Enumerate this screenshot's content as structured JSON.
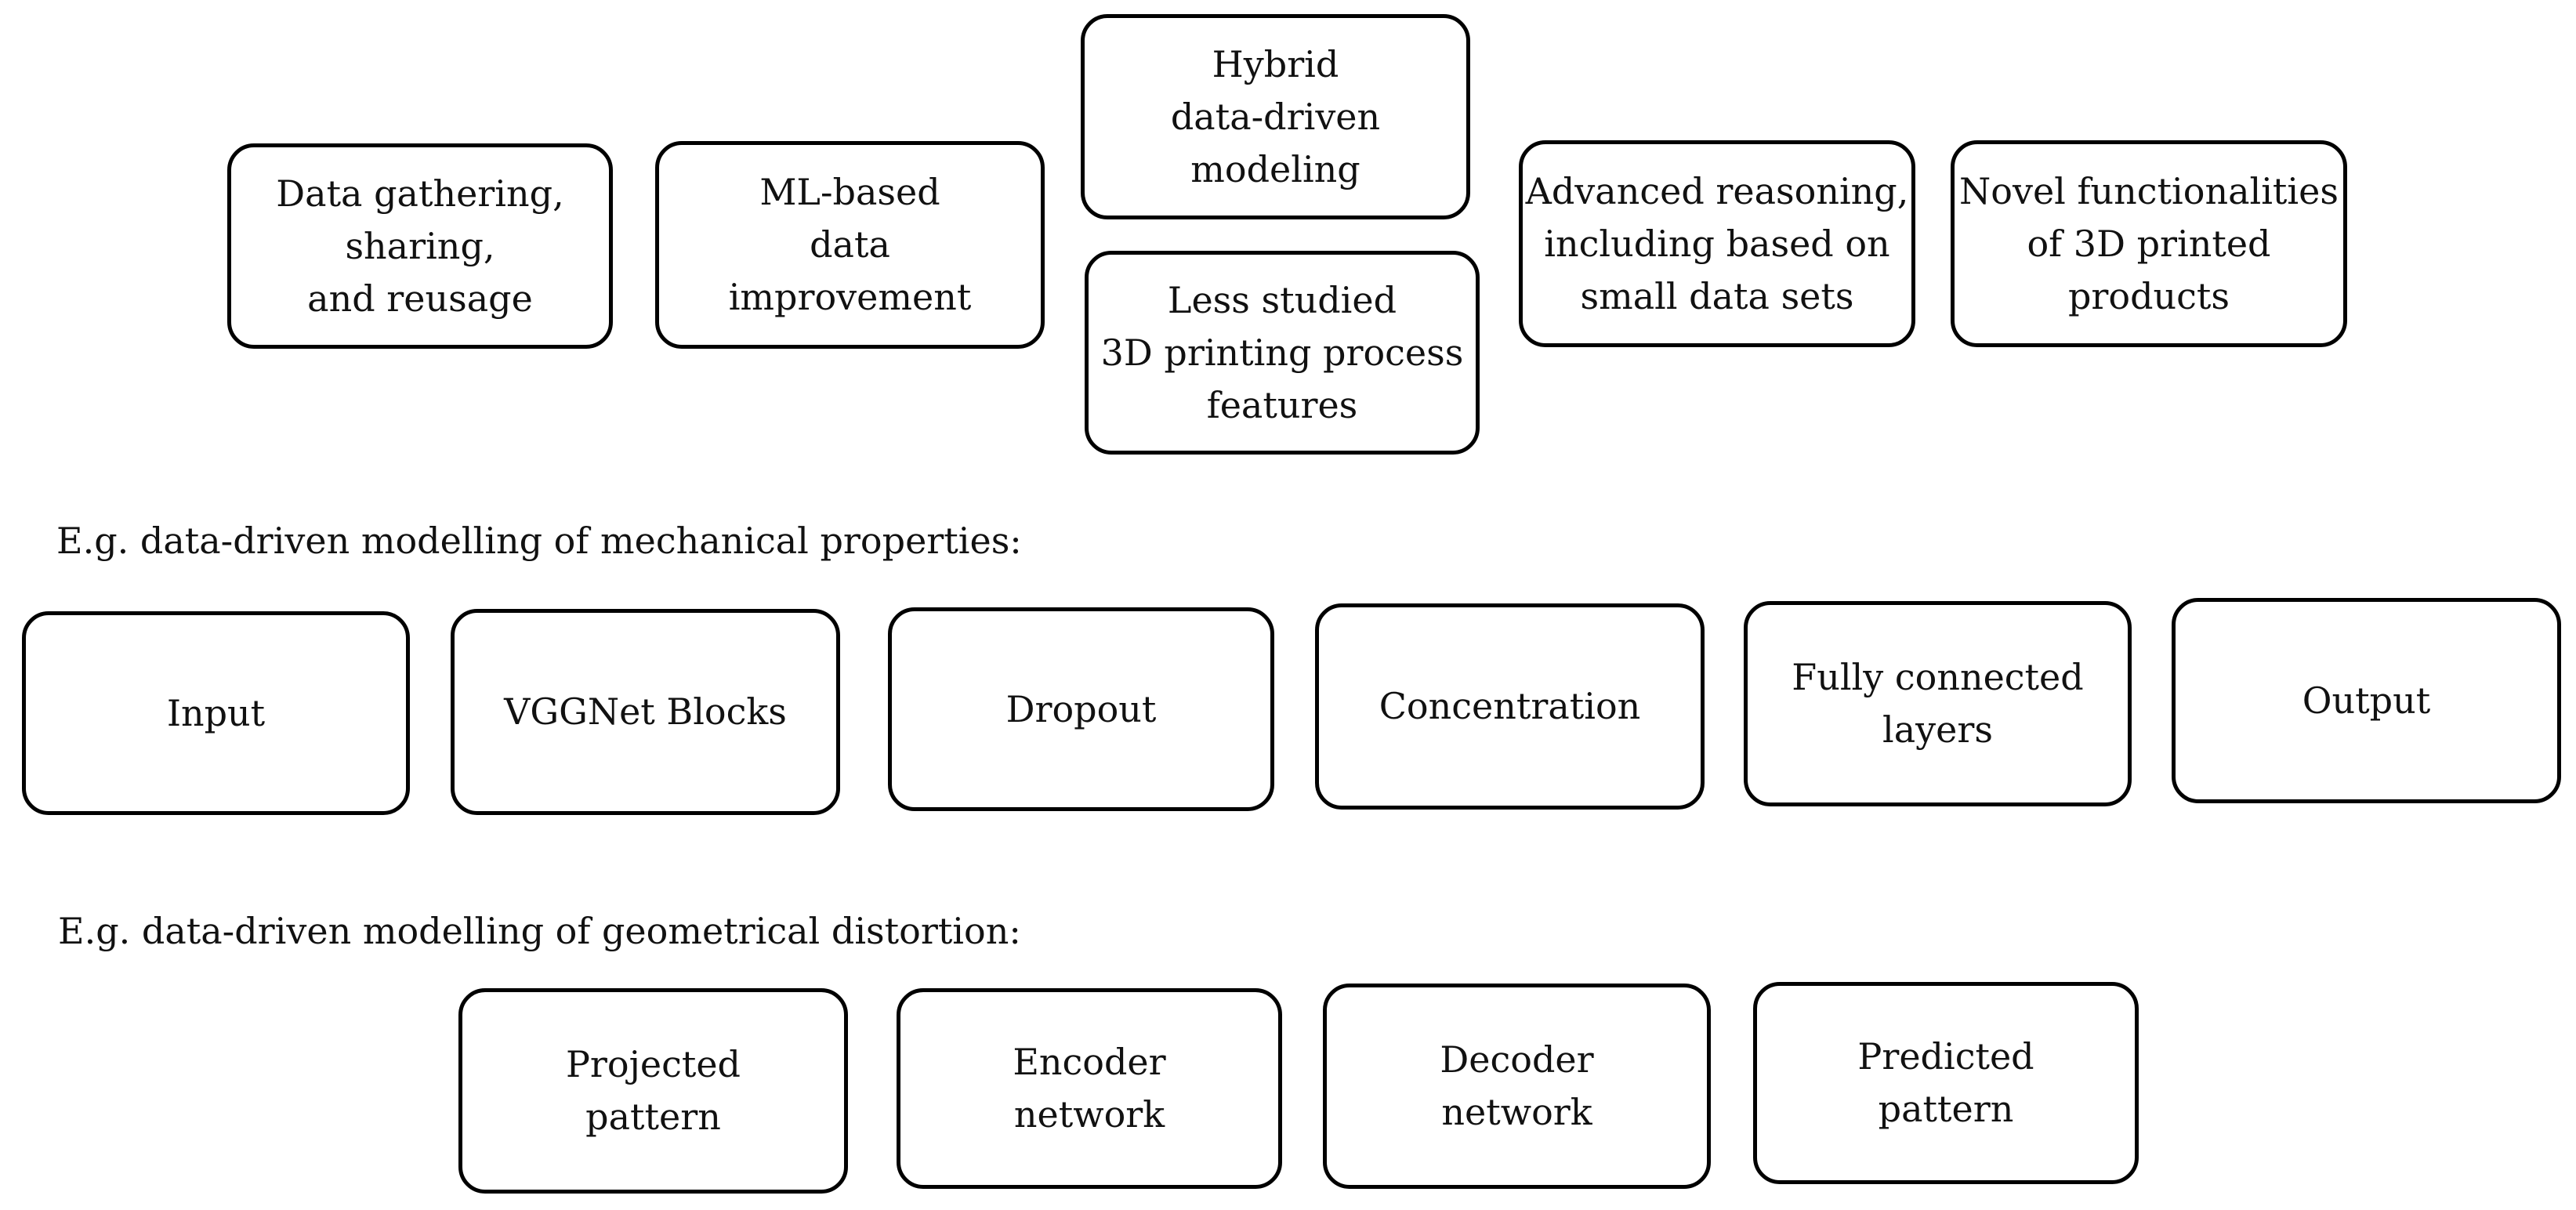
{
  "top_row": {
    "data_gathering": "Data gathering,\nsharing,\nand reusage",
    "ml_improvement": "ML-based\ndata\nimprovement",
    "hybrid_modeling": "Hybrid\ndata-driven\nmodeling",
    "less_studied": "Less studied\n3D printing process\nfeatures",
    "advanced_reasoning": "Advanced reasoning,\nincluding based on\nsmall data sets",
    "novel_functionalities": "Novel functionalities\nof 3D printed\nproducts"
  },
  "mechanical": {
    "caption": "E.g. data-driven modelling of mechanical properties:",
    "input": "Input",
    "vggnet": "VGGNet Blocks",
    "dropout": "Dropout",
    "concentration": "Concentration",
    "fully_connected": "Fully connected\nlayers",
    "output": "Output"
  },
  "geometrical": {
    "caption": "E.g. data-driven modelling of geometrical distortion:",
    "projected": "Projected\npattern",
    "encoder": "Encoder\nnetwork",
    "decoder": "Decoder\nnetwork",
    "predicted": "Predicted\npattern"
  }
}
